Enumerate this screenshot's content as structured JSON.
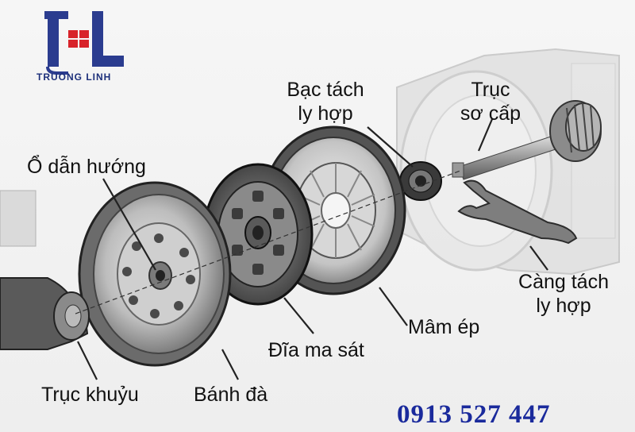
{
  "logo": {
    "brand": "TRUONG LINH",
    "primary_color": "#2b3c8f",
    "accent_color": "#d8232a"
  },
  "labels": {
    "o_dan_huong": "Ổ dẫn hướng",
    "bac_tach_line1": "Bạc tách",
    "bac_tach_line2": "ly hợp",
    "truc_so_cap_line1": "Trục",
    "truc_so_cap_line2": "sơ cấp",
    "cang_tach_line1": "Càng tách",
    "cang_tach_line2": "ly hợp",
    "mam_ep": "Mâm ép",
    "dia_ma_sat": "Đĩa ma sát",
    "truc_khuyu": "Trục khuỷu",
    "banh_da": "Bánh đà"
  },
  "contact": {
    "phone": "0913 527 447",
    "phone_color": "#1a2a9c"
  }
}
